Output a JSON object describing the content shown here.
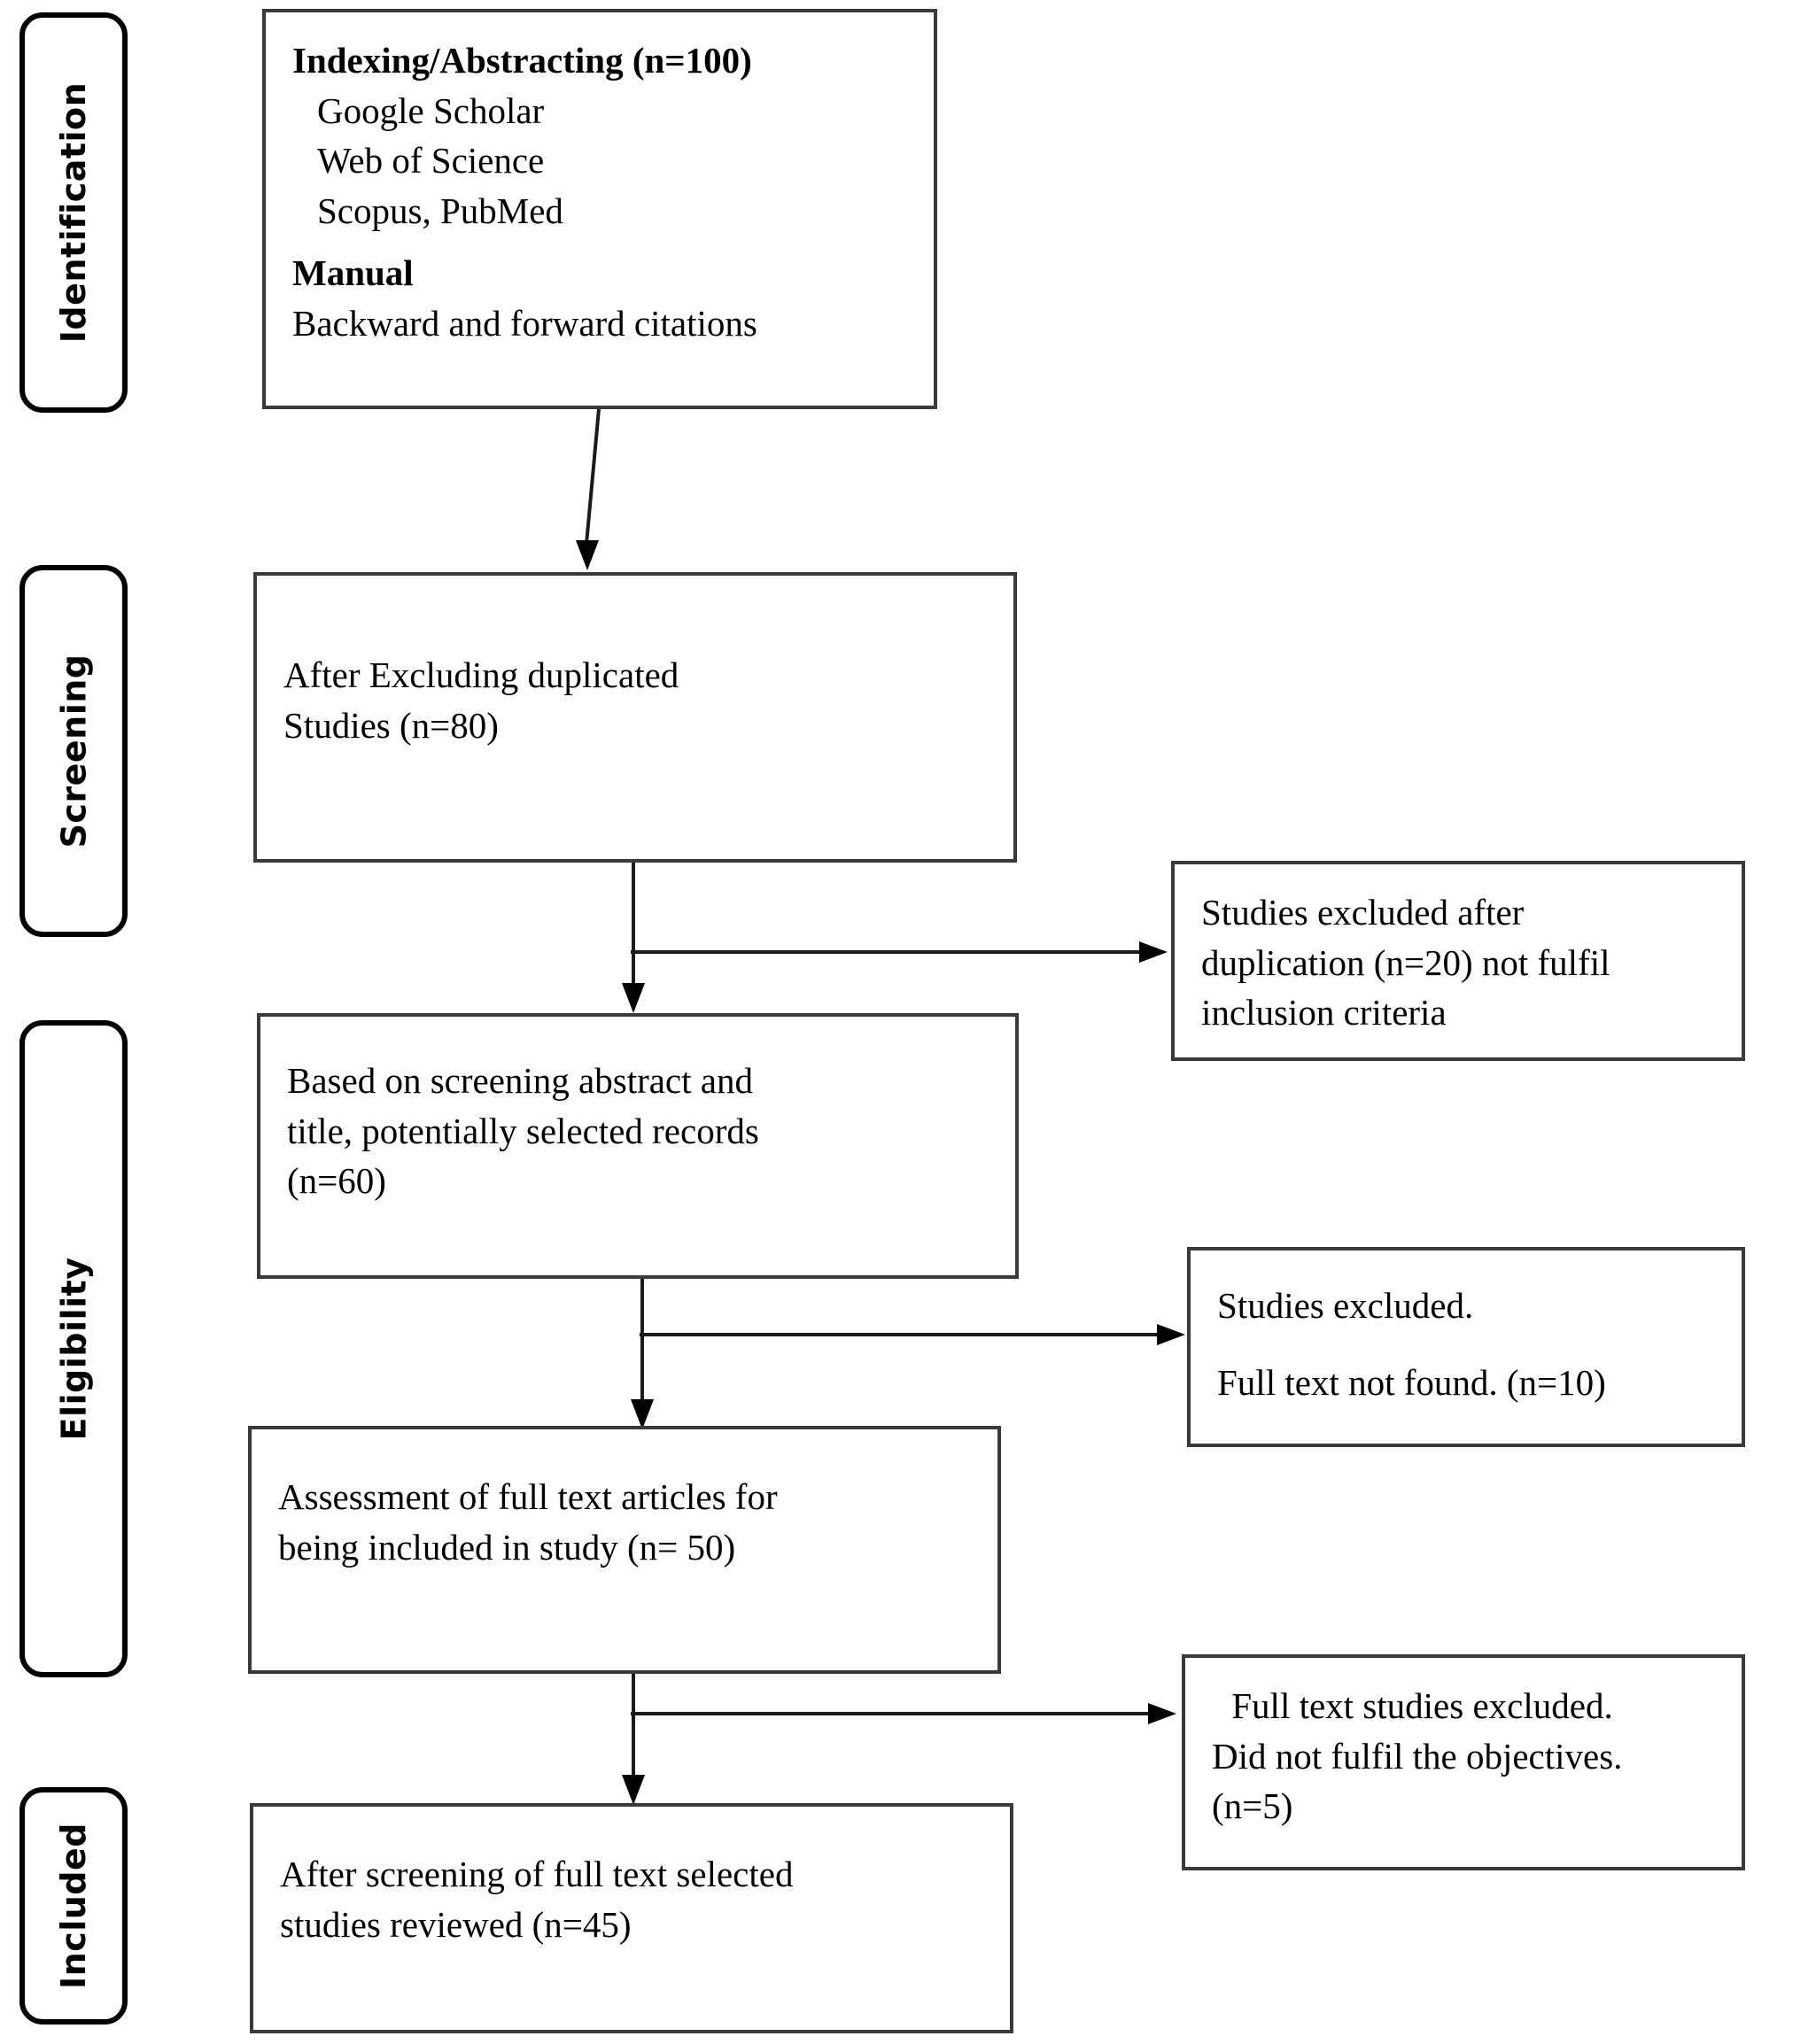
{
  "diagram": {
    "type": "prisma-flow-diagram",
    "stages": [
      {
        "id": "identification",
        "label": "Identification"
      },
      {
        "id": "screening",
        "label": "Screening"
      },
      {
        "id": "eligibility",
        "label": "Eligibility"
      },
      {
        "id": "included",
        "label": "Included"
      }
    ],
    "boxes": [
      {
        "id": "sources",
        "stage": "identification",
        "lines": [
          {
            "text": "Indexing/Abstracting (n=100)",
            "bold": true
          },
          {
            "text": "Google Scholar",
            "bold": false,
            "indent": true
          },
          {
            "text": "Web of Science",
            "bold": false,
            "indent": true
          },
          {
            "text": "Scopus, PubMed",
            "bold": false,
            "indent": true
          },
          {
            "text": "Manual",
            "bold": true
          },
          {
            "text": "Backward and forward citations",
            "bold": false
          }
        ]
      },
      {
        "id": "after-duplicates",
        "stage": "screening",
        "lines": [
          {
            "text": "After Excluding duplicated",
            "bold": false
          },
          {
            "text": "Studies (n=80)",
            "bold": false
          }
        ]
      },
      {
        "id": "excluded-duplication",
        "stage": "screening",
        "lines": [
          {
            "text": "Studies excluded after",
            "bold": false
          },
          {
            "text": "duplication (n=20) not fulfil",
            "bold": false
          },
          {
            "text": "inclusion criteria",
            "bold": false
          }
        ]
      },
      {
        "id": "screened-records",
        "stage": "eligibility",
        "lines": [
          {
            "text": "Based on screening abstract and",
            "bold": false
          },
          {
            "text": "title, potentially selected records",
            "bold": false
          },
          {
            "text": "(n=60)",
            "bold": false
          }
        ]
      },
      {
        "id": "excluded-no-fulltext",
        "stage": "eligibility",
        "lines": [
          {
            "text": "Studies excluded.",
            "bold": false
          },
          {
            "text": "Full text not found. (n=10)",
            "bold": false
          }
        ]
      },
      {
        "id": "fulltext-assessment",
        "stage": "eligibility",
        "lines": [
          {
            "text": "Assessment of full text articles for",
            "bold": false
          },
          {
            "text": "being included in study (n= 50)",
            "bold": false
          }
        ]
      },
      {
        "id": "excluded-objectives",
        "stage": "included",
        "lines": [
          {
            "text": " Full text studies excluded.",
            "bold": false
          },
          {
            "text": "Did not fulfil the objectives.",
            "bold": false
          },
          {
            "text": "(n=5)",
            "bold": false
          }
        ]
      },
      {
        "id": "final-included",
        "stage": "included",
        "lines": [
          {
            "text": "After screening of full text selected",
            "bold": false
          },
          {
            "text": "studies reviewed (n=45)",
            "bold": false
          }
        ]
      }
    ],
    "counts": {
      "identified": 100,
      "after_duplicates": 80,
      "excluded_duplication": 20,
      "screened_records": 60,
      "excluded_no_fulltext": 10,
      "fulltext_assessed": 50,
      "excluded_objectives": 5,
      "included_final": 45
    },
    "colors": {
      "box_border": "#3a3a3a",
      "stage_border": "#000000",
      "text": "#000000",
      "background": "#ffffff",
      "connector": "#1a1a1a"
    }
  }
}
